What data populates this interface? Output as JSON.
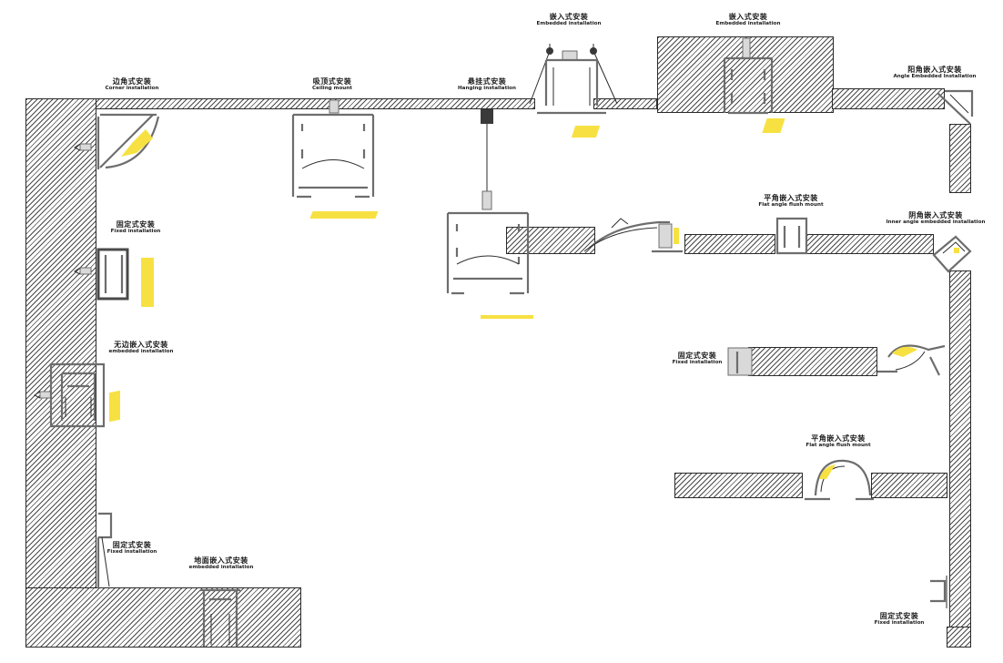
{
  "labels": [
    {
      "zh": "边角式安装",
      "en": "Corner installation"
    },
    {
      "zh": "吸顶式安装",
      "en": "Ceiling mount"
    },
    {
      "zh": "悬挂式安装",
      "en": "Hanging installation"
    },
    {
      "zh": "嵌入式安装",
      "en": "Embedded installation"
    },
    {
      "zh": "嵌入式安装",
      "en": "Embedded installation"
    },
    {
      "zh": "阳角嵌入式安装",
      "en": "Angle Embedded Installation"
    },
    {
      "zh": "固定式安装",
      "en": "Fixed installation"
    },
    {
      "zh": "平角嵌入式安装",
      "en": "Flat angle flush mount"
    },
    {
      "zh": "阴角嵌入式安装",
      "en": "Inner angle embedded installation"
    },
    {
      "zh": "无边嵌入式安装",
      "en": "embedded installation"
    },
    {
      "zh": "固定式安装",
      "en": "Fixed installation"
    },
    {
      "zh": "平角嵌入式安装",
      "en": "Flat angle flush mount"
    },
    {
      "zh": "固定式安装",
      "en": "Fixed installation"
    },
    {
      "zh": "地面嵌入式安装",
      "en": "embedded installation"
    },
    {
      "zh": "固定式安装",
      "en": "Fixed installation"
    }
  ],
  "colors": {
    "light": "#f7e142",
    "profile": "#6d6d6d",
    "line": "#2b2b2b"
  },
  "icons": [
    "screw-icon"
  ]
}
